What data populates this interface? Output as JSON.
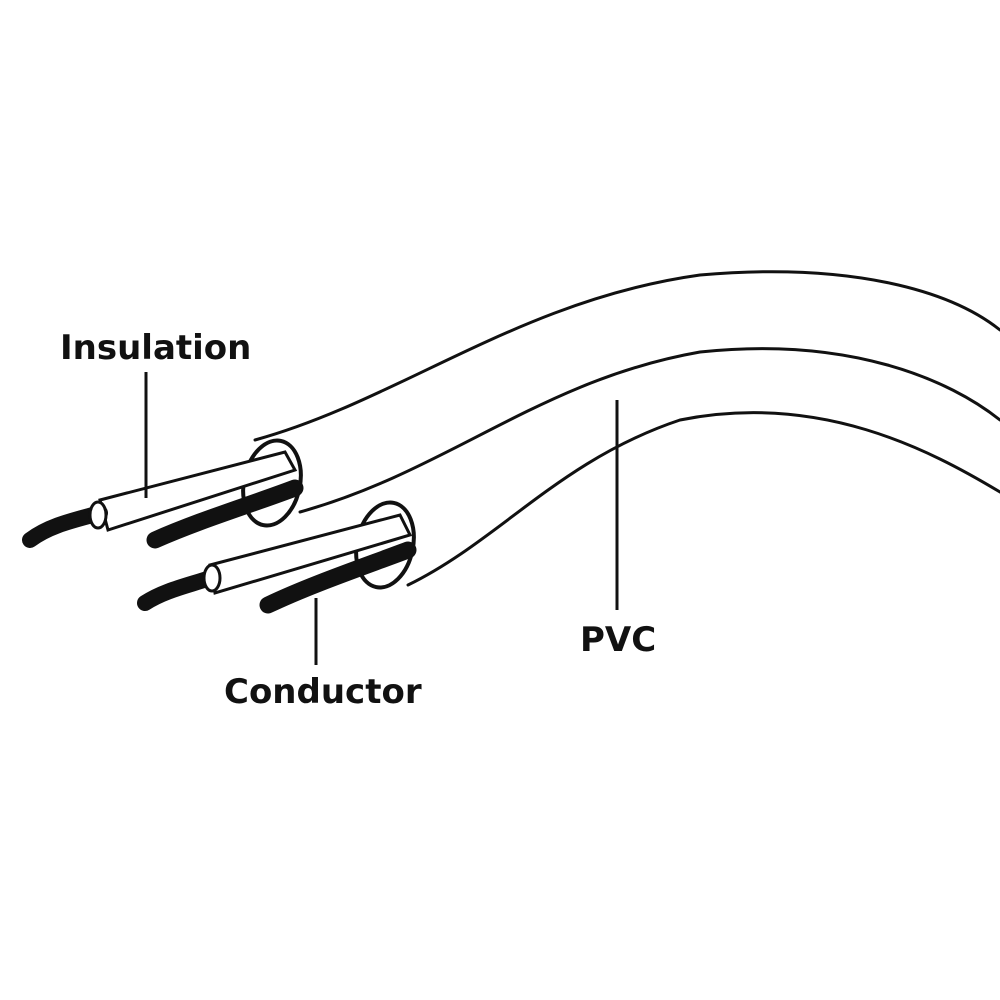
{
  "labels": {
    "insulation": "Insulation",
    "conductor": "Conductor",
    "pvc": "PVC"
  },
  "colors": {
    "line": "#111111",
    "background": "#ffffff"
  }
}
